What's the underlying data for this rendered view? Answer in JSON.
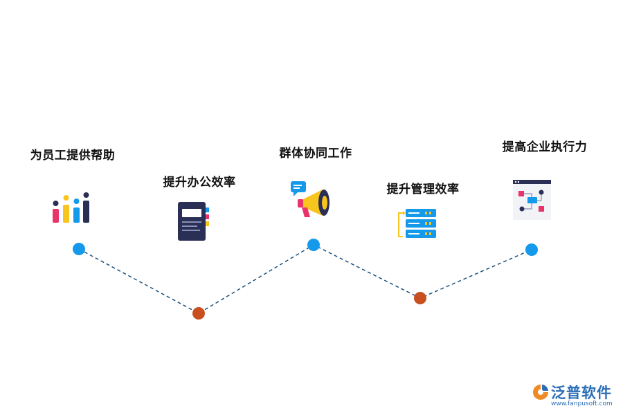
{
  "steps": [
    {
      "label": "为员工提供帮助",
      "icon": "bar-chart-icon"
    },
    {
      "label": "提升办公效率",
      "icon": "notebook-icon"
    },
    {
      "label": "群体协同工作",
      "icon": "megaphone-icon"
    },
    {
      "label": "提升管理效率",
      "icon": "server-rack-icon"
    },
    {
      "label": "提高企业执行力",
      "icon": "flowchart-icon"
    }
  ],
  "colors": {
    "top_dot": "#1599ea",
    "bottom_dot": "#c8501f",
    "connector": "#1b4f7a",
    "logo_orange": "#f08a24",
    "logo_blue": "#2a6db5"
  },
  "logo": {
    "name": "泛普软件",
    "url": "www.fanpusoft.com",
    "icon": "fanpu-logo-icon"
  }
}
